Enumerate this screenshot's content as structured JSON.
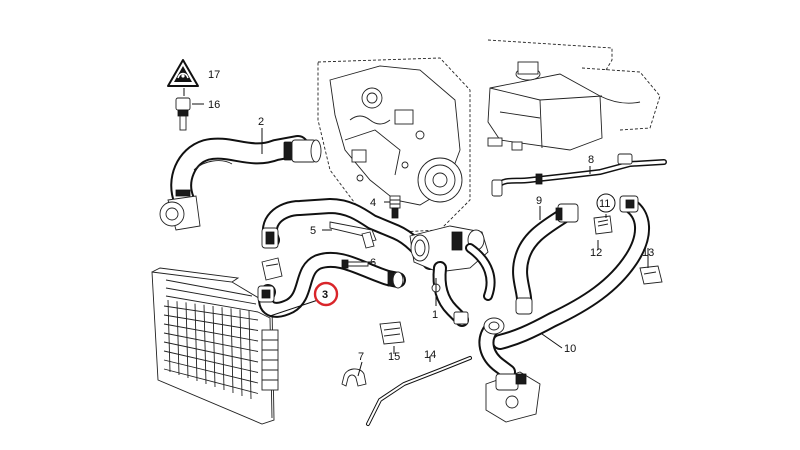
{
  "diagram": {
    "callouts": [
      {
        "id": "label-1",
        "text": "1"
      },
      {
        "id": "label-2",
        "text": "2"
      },
      {
        "id": "label-3",
        "text": "3",
        "highlighted": true
      },
      {
        "id": "label-4",
        "text": "4"
      },
      {
        "id": "label-5",
        "text": "5"
      },
      {
        "id": "label-6",
        "text": "6"
      },
      {
        "id": "label-7",
        "text": "7"
      },
      {
        "id": "label-8",
        "text": "8"
      },
      {
        "id": "label-9",
        "text": "9"
      },
      {
        "id": "label-10",
        "text": "10"
      },
      {
        "id": "label-11",
        "text": "11"
      },
      {
        "id": "label-12",
        "text": "12"
      },
      {
        "id": "label-13",
        "text": "13"
      },
      {
        "id": "label-14",
        "text": "14"
      },
      {
        "id": "label-15",
        "text": "15"
      },
      {
        "id": "label-16",
        "text": "16"
      },
      {
        "id": "label-17",
        "text": "17"
      }
    ],
    "colors": {
      "line": "#111111",
      "background": "#ffffff",
      "highlight_ring": "#d9252a"
    },
    "icons": [
      "warning-triangle-icon"
    ]
  }
}
